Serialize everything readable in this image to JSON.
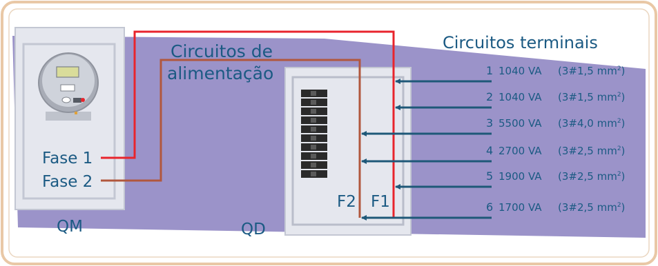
{
  "labels": {
    "circuitos_alimentacao_l1": "Circuitos de",
    "circuitos_alimentacao_l2": "alimentação",
    "circuitos_terminais": "Circuitos terminais",
    "fase1": "Fase 1",
    "fase2": "Fase 2",
    "qm": "QM",
    "qd": "QD",
    "f1": "F1",
    "f2": "F2"
  },
  "circuits": [
    {
      "num": "1",
      "power": "1040 VA",
      "cable_prefix": "(3#1,5 mm",
      "sup": "2",
      "cable_suffix": ")"
    },
    {
      "num": "2",
      "power": "1040 VA",
      "cable_prefix": "(3#1,5 mm",
      "sup": "2",
      "cable_suffix": ")"
    },
    {
      "num": "3",
      "power": "5500 VA",
      "cable_prefix": "(3#4,0 mm",
      "sup": "2",
      "cable_suffix": ")"
    },
    {
      "num": "4",
      "power": "2700 VA",
      "cable_prefix": "(3#2,5 mm",
      "sup": "2",
      "cable_suffix": ")"
    },
    {
      "num": "5",
      "power": "1900 VA",
      "cable_prefix": "(3#2,5 mm",
      "sup": "2",
      "cable_suffix": ")"
    },
    {
      "num": "6",
      "power": "1700 VA",
      "cable_prefix": "(3#2,5 mm",
      "sup": "2",
      "cable_suffix": ")"
    }
  ],
  "colors": {
    "frame_border": "#e9c8a6",
    "background": "#9b93c9",
    "panel_fill": "#e5e7ee",
    "panel_border": "#c3c7d3",
    "fase1_wire": "#e8242c",
    "fase2_wire": "#b1573d",
    "arrow": "#1e5878",
    "text_dark": "#1b5a83",
    "breaker": "#2a2a2a"
  },
  "icons": {
    "meter": "electric-meter-icon",
    "breakers": "circuit-breakers-icon"
  }
}
